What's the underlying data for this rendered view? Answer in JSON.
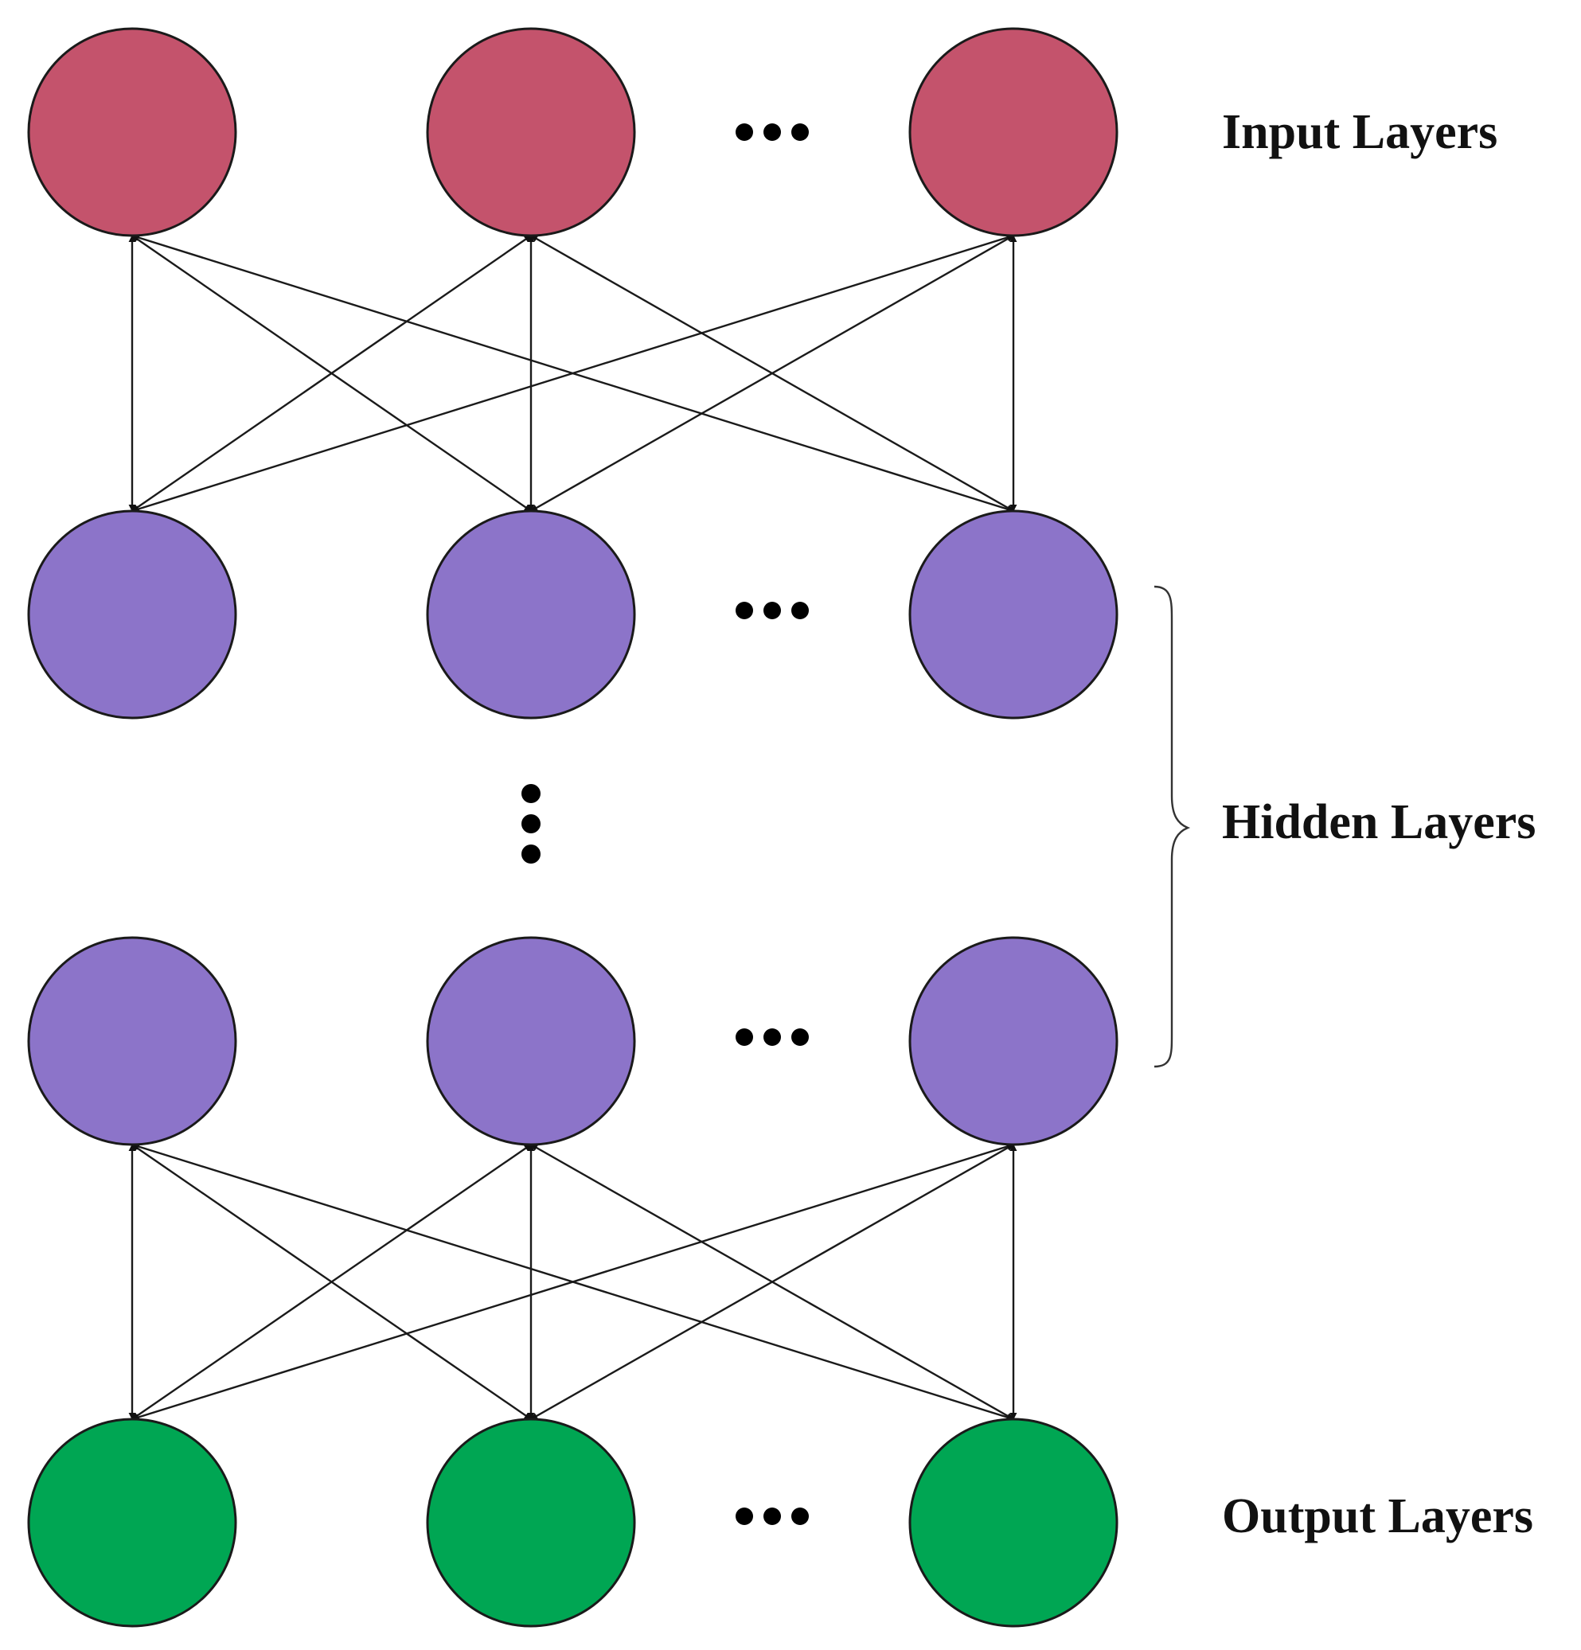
{
  "labels": {
    "input": "Input Layers",
    "hidden": "Hidden Layers",
    "output": "Output Layers"
  },
  "layers": [
    {
      "role": "input",
      "nodes": 3,
      "color": "#c4536c"
    },
    {
      "role": "hidden",
      "nodes": 3,
      "color": "#8c74c9"
    },
    {
      "role": "hidden",
      "nodes": 3,
      "color": "#8c74c9"
    },
    {
      "role": "output",
      "nodes": 3,
      "color": "#00a653"
    }
  ],
  "connections": [
    {
      "from_layer": 0,
      "to_layer": 1,
      "pattern": "fully-connected",
      "bidirectional": true
    },
    {
      "from_layer": 2,
      "to_layer": 3,
      "pattern": "fully-connected",
      "bidirectional": true
    }
  ],
  "ellipsis": {
    "horizontal": "•••",
    "vertical": "⋮"
  }
}
